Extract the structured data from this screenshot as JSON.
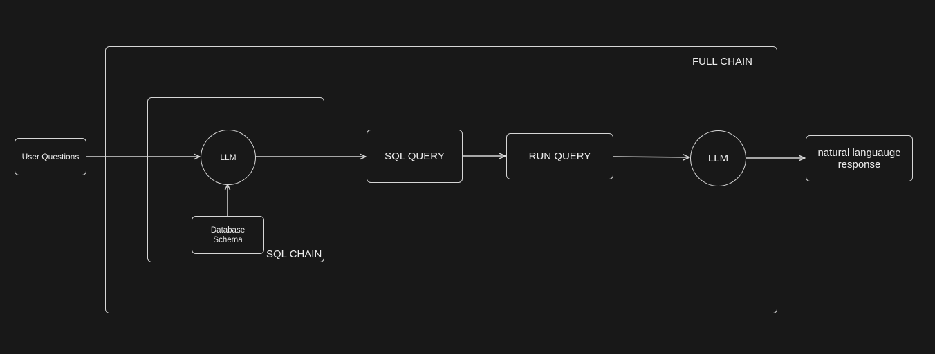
{
  "frames": {
    "full_chain": {
      "label": "FULL CHAIN"
    },
    "sql_chain": {
      "label": "SQL CHAIN"
    }
  },
  "nodes": {
    "user_questions": "User Questions",
    "llm_inner": "LLM",
    "database_schema": "Database Schema",
    "sql_query": "SQL QUERY",
    "run_query": "RUN QUERY",
    "llm_outer": "LLM",
    "response": "natural languauge response"
  },
  "edges": [
    {
      "from": "User Questions",
      "to": "LLM"
    },
    {
      "from": "Database Schema",
      "to": "LLM"
    },
    {
      "from": "LLM",
      "to": "SQL QUERY"
    },
    {
      "from": "SQL QUERY",
      "to": "RUN QUERY"
    },
    {
      "from": "RUN QUERY",
      "to": "LLM"
    },
    {
      "from": "LLM",
      "to": "natural languauge response"
    }
  ],
  "colors": {
    "background": "#181818",
    "stroke": "#d6d6d6",
    "text": "#ededed"
  }
}
